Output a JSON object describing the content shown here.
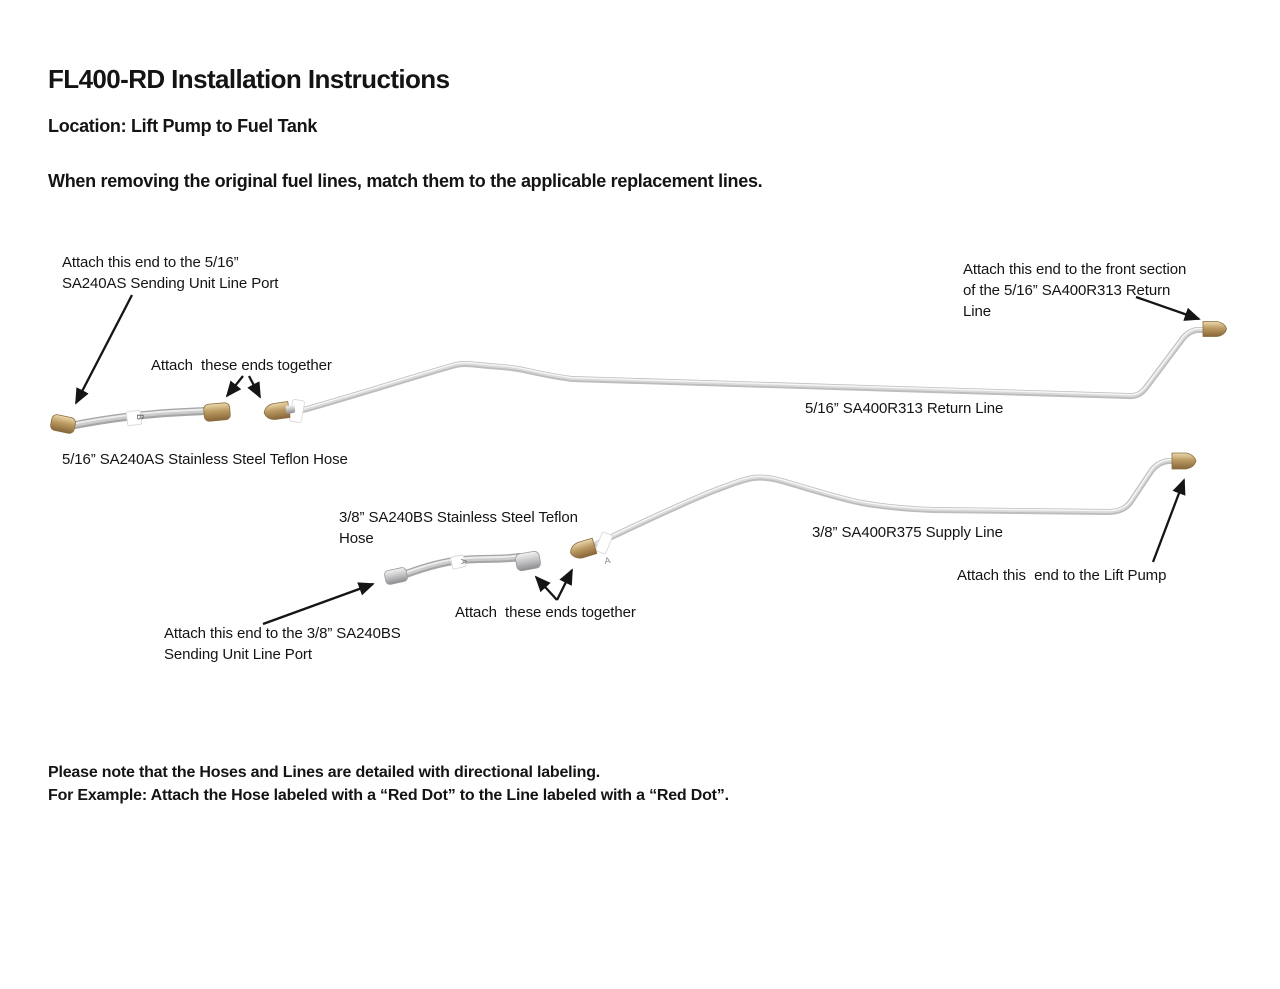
{
  "header": {
    "title": "FL400-RD Installation Instructions",
    "location": "Location: Lift Pump to Fuel Tank",
    "intro": "When removing the original fuel lines, match them to the applicable replacement lines."
  },
  "diagram": {
    "annotations": {
      "attach_sending_unit_516": "Attach this end to the 5/16”\nSA240AS Sending Unit Line Port",
      "attach_ends_together_top": "Attach  these ends together",
      "attach_front_section": "Attach this end to the front section\nof the 5/16” SA400R313 Return\nLine",
      "return_line_label": "5/16” SA400R313 Return Line",
      "hose_516_label": "5/16” SA240AS Stainless Steel Teflon Hose",
      "hose_38_label": "3/8” SA240BS Stainless Steel Teflon\nHose",
      "supply_line_label": "3/8” SA400R375 Supply Line",
      "attach_lift_pump": "Attach this  end to the Lift Pump",
      "attach_ends_together_bottom": "Attach  these ends together",
      "attach_sending_unit_38": "Attach this end to the 3/8” SA240BS\nSending Unit Line Port"
    },
    "part_markings": {
      "hose_516_band": "B",
      "hose_38_band": "A",
      "supply_line_mark": "A"
    },
    "colors": {
      "tube_gray": "#c6c6c6",
      "brass_fitting": "#b2925c",
      "silver_fitting": "#bcbcbe",
      "text": "#141414",
      "background": "#ffffff"
    }
  },
  "footer": {
    "note_line1": "Please note that the Hoses and Lines are detailed with directional labeling.",
    "note_line2": "For Example: Attach the Hose labeled with a “Red Dot” to the Line labeled with a “Red Dot”."
  }
}
